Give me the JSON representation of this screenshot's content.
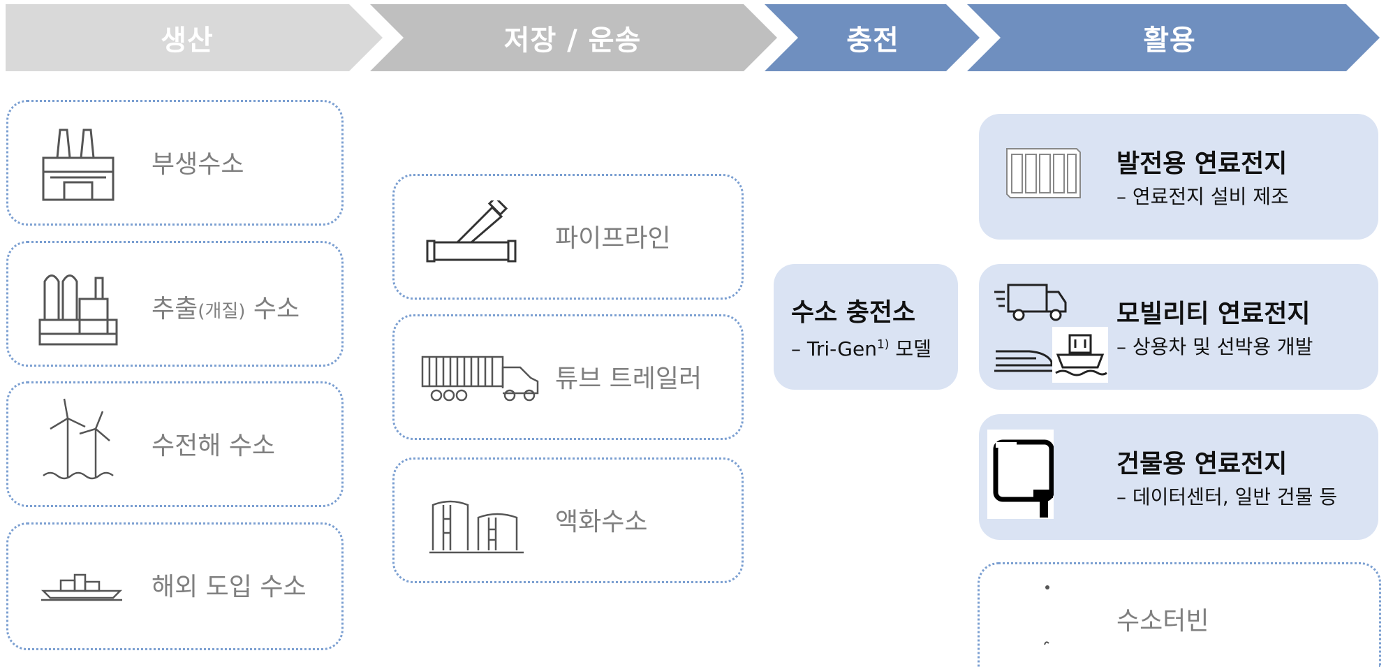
{
  "stages": [
    {
      "label": "생산",
      "color": "#d9d9d9"
    },
    {
      "label": "저장 / 운송",
      "color": "#bfbfbf"
    },
    {
      "label": "충전",
      "color": "#6f8fbf"
    },
    {
      "label": "활용",
      "color": "#6f8fbf"
    }
  ],
  "production": [
    {
      "label": "부생수소",
      "icon": "factory-icon"
    },
    {
      "label_main": "추출",
      "label_paren": "(개질)",
      "label_tail": " 수소",
      "icon": "refinery-icon"
    },
    {
      "label": "수전해 수소",
      "icon": "wind-turbine-icon"
    },
    {
      "label": "해외 도입 수소",
      "icon": "cargo-ship-icon"
    }
  ],
  "storage": [
    {
      "label": "파이프라인",
      "icon": "pipeline-icon"
    },
    {
      "label": "튜브 트레일러",
      "icon": "tube-trailer-icon"
    },
    {
      "label": "액화수소",
      "icon": "storage-tank-icon"
    }
  ],
  "charging": {
    "title": "수소 충전소",
    "sub_prefix": "– Tri-Gen",
    "sub_sup": "1)",
    "sub_suffix": " 모델"
  },
  "utilization": [
    {
      "title": "발전용 연료전지",
      "sub": "– 연료전지 설비 제조",
      "icon": "fuel-cell-module-icon"
    },
    {
      "title": "모빌리티 연료전지",
      "sub": "– 상용차 및 선박용 개발",
      "icon": "truck-icon"
    },
    {
      "title": "건물용 연료전지",
      "sub": "– 데이터센터, 일반 건물 등",
      "icon": "building-fuel-cell-icon"
    },
    {
      "title": "수소터빈",
      "icon": "turbine-icon"
    }
  ],
  "colors": {
    "dotted_border": "#7b9fd1",
    "highlight_fill": "#dae3f3",
    "gray_text": "#7f7f7f"
  }
}
